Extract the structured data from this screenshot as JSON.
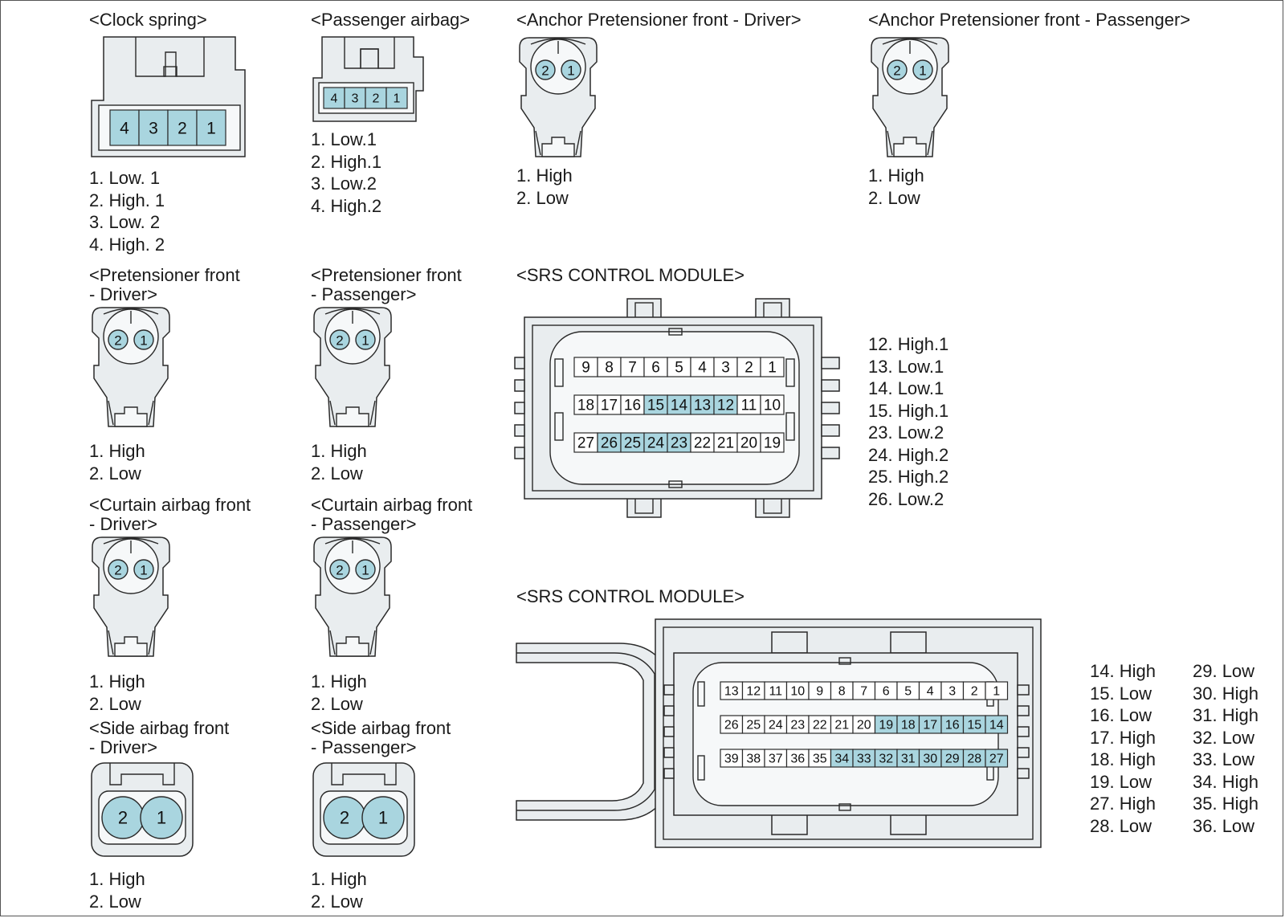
{
  "connectors": {
    "clock_spring": {
      "title": "<Clock spring>",
      "pin_labels": [
        "4",
        "3",
        "2",
        "1"
      ],
      "pins": [
        "1. Low. 1",
        "2. High. 1",
        "3. Low. 2",
        "4. High. 2"
      ]
    },
    "passenger_airbag": {
      "title": "<Passenger airbag>",
      "pin_labels": [
        "4",
        "3",
        "2",
        "1"
      ],
      "pins": [
        "1. Low.1",
        "2. High.1",
        "3. Low.2",
        "4. High.2"
      ]
    },
    "anchor_driver": {
      "title": "<Anchor Pretensioner front - Driver>",
      "pin_labels": [
        "2",
        "1"
      ],
      "pins": [
        "1. High",
        "2. Low"
      ]
    },
    "anchor_passenger": {
      "title": "<Anchor Pretensioner front - Passenger>",
      "pin_labels": [
        "2",
        "1"
      ],
      "pins": [
        "1. High",
        "2. Low"
      ]
    },
    "pretensioner_driver": {
      "title_lines": [
        "<Pretensioner front",
        "- Driver>"
      ],
      "pin_labels": [
        "2",
        "1"
      ],
      "pins": [
        "1. High",
        "2. Low"
      ]
    },
    "pretensioner_passenger": {
      "title_lines": [
        "<Pretensioner front",
        "- Passenger>"
      ],
      "pin_labels": [
        "2",
        "1"
      ],
      "pins": [
        "1. High",
        "2. Low"
      ]
    },
    "curtain_driver": {
      "title_lines": [
        "<Curtain airbag front",
        "- Driver>"
      ],
      "pin_labels": [
        "2",
        "1"
      ],
      "pins": [
        "1. High",
        "2. Low"
      ]
    },
    "curtain_passenger": {
      "title_lines": [
        "<Curtain airbag front",
        "- Passenger>"
      ],
      "pin_labels": [
        "2",
        "1"
      ],
      "pins": [
        "1. High",
        "2. Low"
      ]
    },
    "side_driver": {
      "title_lines": [
        "<Side airbag front",
        "- Driver>"
      ],
      "pin_labels": [
        "2",
        "1"
      ],
      "pins": [
        "1. High",
        "2. Low"
      ]
    },
    "side_passenger": {
      "title_lines": [
        "<Side airbag front",
        "- Passenger>"
      ],
      "pin_labels": [
        "2",
        "1"
      ],
      "pins": [
        "1. High",
        "2. Low"
      ]
    },
    "srs_module_a": {
      "title": "<SRS CONTROL MODULE>",
      "rows": [
        [
          "9",
          "8",
          "7",
          "6",
          "5",
          "4",
          "3",
          "2",
          "1"
        ],
        [
          "18",
          "17",
          "16",
          "15",
          "14",
          "13",
          "12",
          "11",
          "10"
        ],
        [
          "27",
          "26",
          "25",
          "24",
          "23",
          "22",
          "21",
          "20",
          "19"
        ]
      ],
      "highlighted": [
        "12",
        "13",
        "14",
        "15",
        "23",
        "24",
        "25",
        "26"
      ],
      "pins": [
        "12. High.1",
        "13. Low.1",
        "14. Low.1",
        "15. High.1",
        "23. Low.2",
        "24. High.2",
        "25. High.2",
        "26. Low.2"
      ]
    },
    "srs_module_b": {
      "title": "<SRS CONTROL MODULE>",
      "rows": [
        [
          "13",
          "12",
          "11",
          "10",
          "9",
          "8",
          "7",
          "6",
          "5",
          "4",
          "3",
          "2",
          "1"
        ],
        [
          "26",
          "25",
          "24",
          "23",
          "22",
          "21",
          "20",
          "19",
          "18",
          "17",
          "16",
          "15",
          "14"
        ],
        [
          "39",
          "38",
          "37",
          "36",
          "35",
          "34",
          "33",
          "32",
          "31",
          "30",
          "29",
          "28",
          "27"
        ]
      ],
      "highlighted": [
        "14",
        "15",
        "16",
        "17",
        "18",
        "19",
        "27",
        "28",
        "29",
        "30",
        "31",
        "32",
        "33",
        "34"
      ],
      "pins_col1": [
        "14. High",
        "15. Low",
        "16. Low",
        "17. High",
        "18. High",
        "19. Low",
        "27. High",
        "28. Low"
      ],
      "pins_col2": [
        "29. Low",
        "30. High",
        "31. High",
        "32. Low",
        "33. Low",
        "34. High",
        "35. High",
        "36. Low"
      ]
    }
  }
}
